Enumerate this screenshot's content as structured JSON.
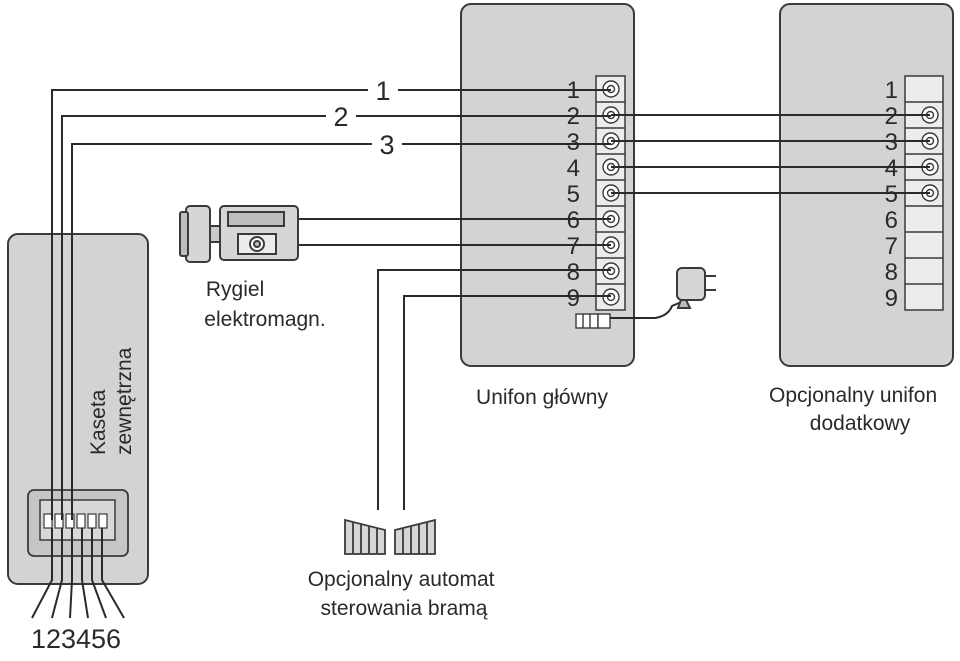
{
  "colors": {
    "panel_fill": "#d3d3d3",
    "panel_stroke": "#3a3a3a",
    "wire": "#2a2a2a",
    "background": "#ffffff"
  },
  "outdoor_unit": {
    "label_line1": "Kaseta",
    "label_line2": "zewnętrzna",
    "bottom_numbers": "123456"
  },
  "cable_numbers": [
    "1",
    "2",
    "3"
  ],
  "main_unit": {
    "label": "Unifon główny",
    "terminals": [
      "1",
      "2",
      "3",
      "4",
      "5",
      "6",
      "7",
      "8",
      "9"
    ]
  },
  "optional_unit": {
    "label_line1": "Opcjonalny unifon",
    "label_line2": "dodatkowy",
    "terminals": [
      "1",
      "2",
      "3",
      "4",
      "5",
      "6",
      "7",
      "8",
      "9"
    ]
  },
  "lock": {
    "label_line1": "Rygiel",
    "label_line2": "elektromagn."
  },
  "gate": {
    "label_line1": "Opcjonalny automat",
    "label_line2": "sterowania bramą"
  },
  "icons": {
    "lock": "electromagnetic-lock-icon",
    "adapter": "power-adapter-icon",
    "gate": "gate-icon"
  }
}
